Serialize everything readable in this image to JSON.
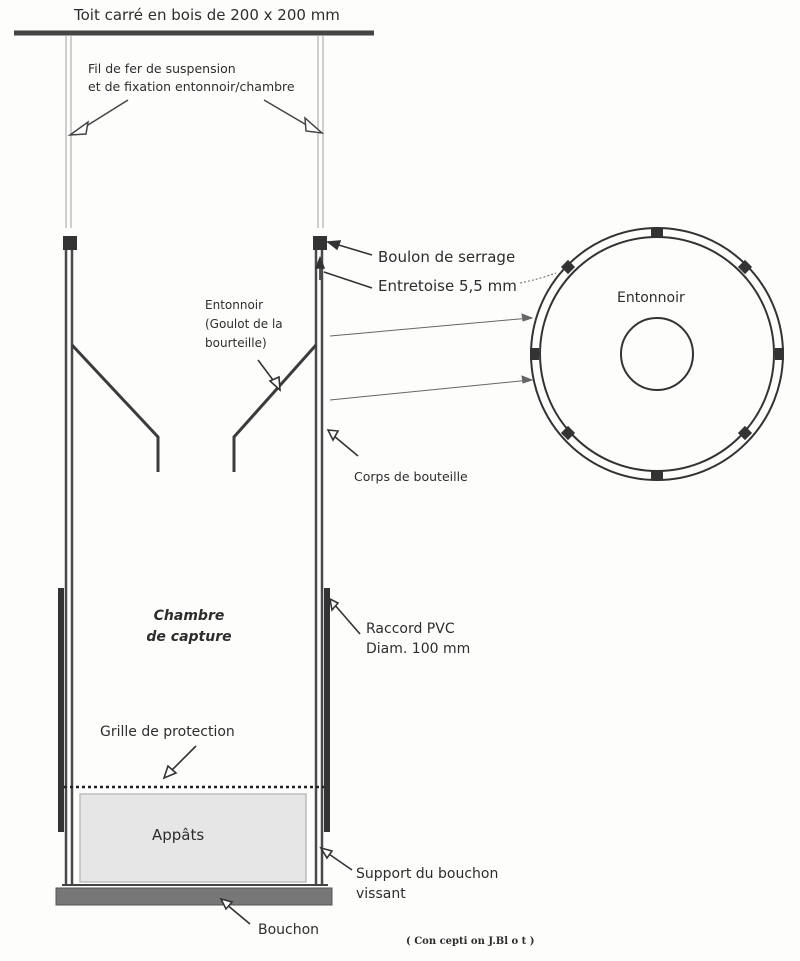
{
  "roof": {
    "label": "Toit  carré en bois de 200 x 200 mm"
  },
  "wire": {
    "label": "Fil de fer de suspension\net de fixation entonnoir/chambre"
  },
  "bolt": {
    "label": "Boulon de serrage"
  },
  "spacer": {
    "label": "Entretoise 5,5 mm"
  },
  "funnel": {
    "label": "Entonnoir\n(Goulot de la\nbourteille)"
  },
  "section": {
    "label": "Entonnoir"
  },
  "bottle_body": {
    "label": "Corps de bouteille"
  },
  "chamber": {
    "label": "Chambre\nde capture"
  },
  "pvc": {
    "label": "Raccord PVC\nDiam. 100 mm"
  },
  "grid": {
    "label": "Grille de protection"
  },
  "bait": {
    "label": "Appâts"
  },
  "cap_support": {
    "label": "Support du bouchon\nvissant"
  },
  "cap": {
    "label": "Bouchon"
  },
  "credit": {
    "label": "( Con cepti on  J.Bl o t )"
  },
  "colors": {
    "ink": "#3a3a3a",
    "dark": "#4a4a4a",
    "bait_fill": "#e6e6e6",
    "cap_fill": "#777777"
  }
}
